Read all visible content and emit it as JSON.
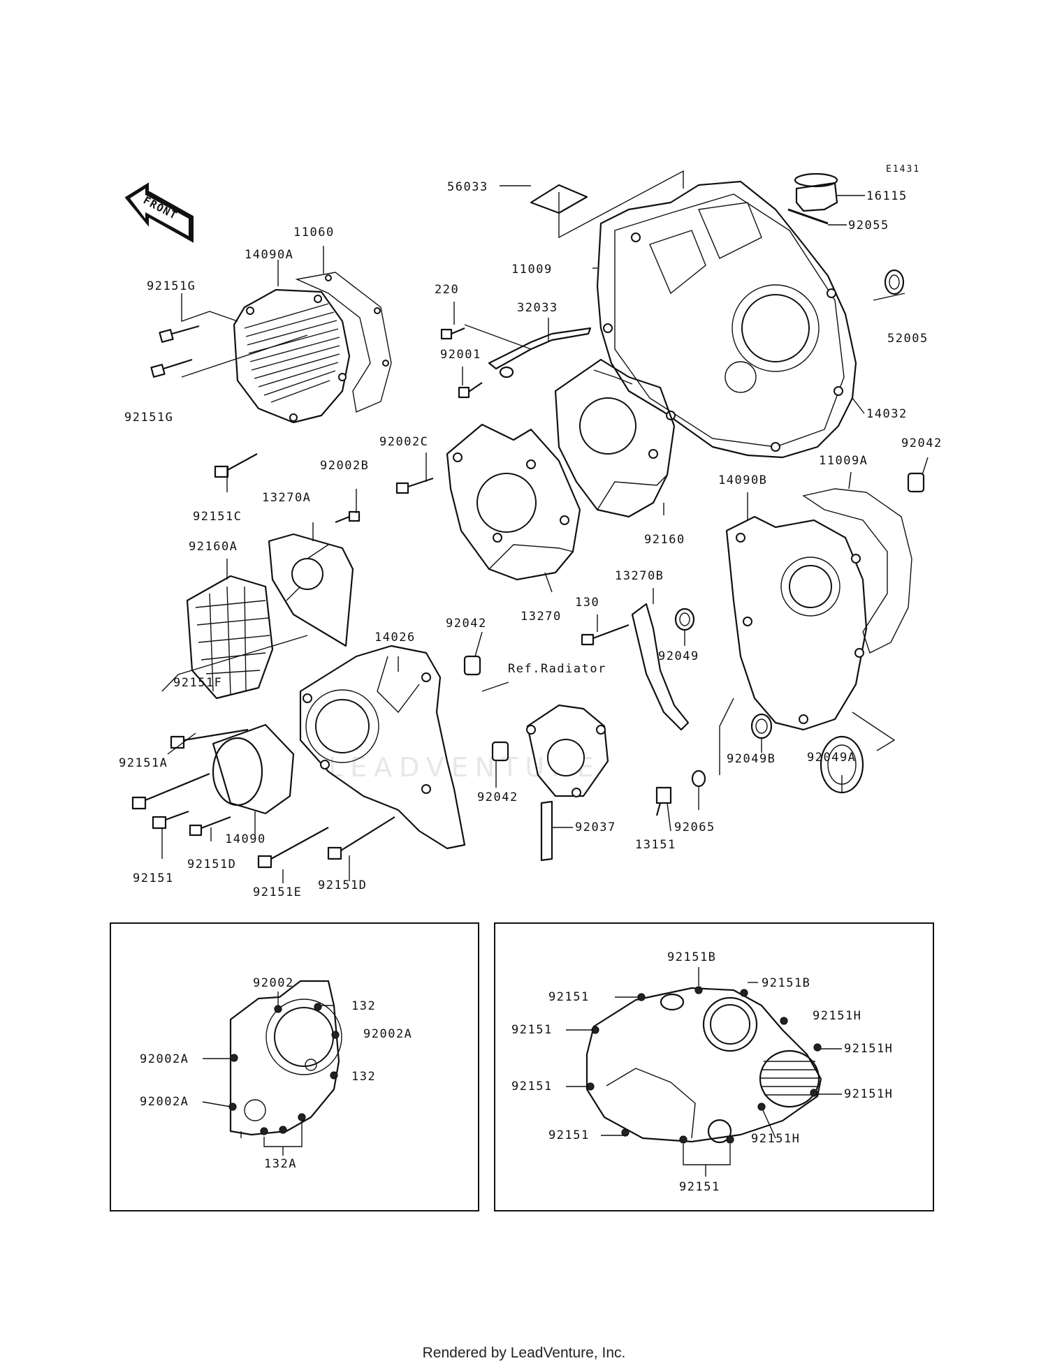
{
  "diagram_code": "E1431",
  "front_label": "FRONT",
  "ref_label": "Ref.Radiator",
  "watermark": "LEADVENTURE",
  "footer": "Rendered by LeadVenture, Inc.",
  "parts": {
    "p56033": "56033",
    "p16115": "16115",
    "p92055": "92055",
    "p11060": "11060",
    "p14090A": "14090A",
    "p92151G_top": "92151G",
    "p92151G_bottom": "92151G",
    "p220": "220",
    "p32033": "32033",
    "p11009": "11009",
    "p52005": "52005",
    "p92001": "92001",
    "p14032": "14032",
    "p92002C": "92002C",
    "p92042_right": "92042",
    "p11009A": "11009A",
    "p92002B": "92002B",
    "p14090B": "14090B",
    "p92151C": "92151C",
    "p13270A": "13270A",
    "p92160": "92160",
    "p92160A": "92160A",
    "p13270B": "13270B",
    "p130": "130",
    "p13270": "13270",
    "p92042_mid": "92042",
    "p14026": "14026",
    "p92049": "92049",
    "p92151F": "92151F",
    "p92049B": "92049B",
    "p92151A": "92151A",
    "p92049A": "92049A",
    "p92042_low": "92042",
    "p92037": "92037",
    "p92065": "92065",
    "p14090": "14090",
    "p13151": "13151",
    "p92151": "92151",
    "p92151D_left": "92151D",
    "p92151E": "92151E",
    "p92151D_right": "92151D"
  },
  "inset_left": {
    "p92002": "92002",
    "p132_top": "132",
    "p92002A_r": "92002A",
    "p92002A_l1": "92002A",
    "p132_mid": "132",
    "p92002A_l2": "92002A",
    "p132A": "132A"
  },
  "inset_right": {
    "p92151B_top": "92151B",
    "p92151B_r": "92151B",
    "p92151_l1": "92151",
    "p92151H_1": "92151H",
    "p92151_l2": "92151",
    "p92151H_2": "92151H",
    "p92151_l3": "92151",
    "p92151H_3": "92151H",
    "p92151_l4": "92151",
    "p92151H_4": "92151H",
    "p92151_bottom": "92151"
  }
}
